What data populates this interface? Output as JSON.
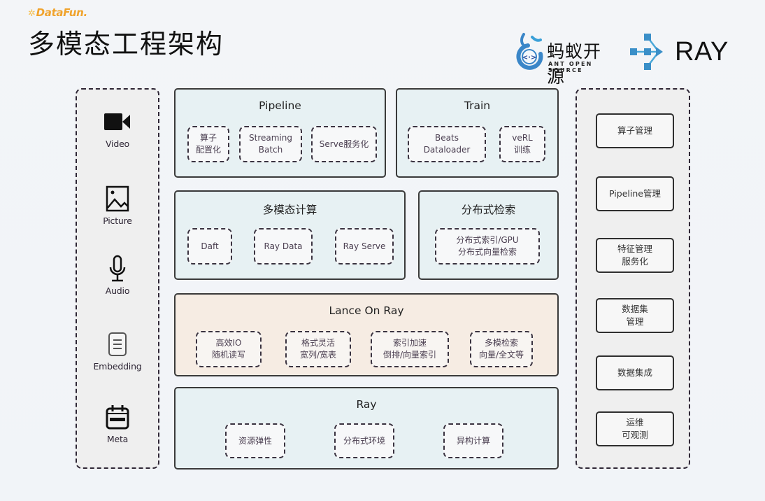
{
  "header": {
    "brand": "DataFun.",
    "title": "多模态工程架构",
    "logos": {
      "ant": {
        "name_cn": "蚂蚁开源",
        "name_en": "ANT OPEN SOURCE"
      },
      "ray": {
        "name": "RAY"
      }
    }
  },
  "colors": {
    "panel_blue": "#e7f1f3",
    "panel_lance": "#f6ece3",
    "side_bg": "#efefef",
    "border_dark": "#2e2635",
    "brand_orange": "#f0a32c",
    "logo_blue": "#3a86c8"
  },
  "modalities": [
    {
      "icon": "video-camera-icon",
      "label": "Video"
    },
    {
      "icon": "picture-icon",
      "label": "Picture"
    },
    {
      "icon": "microphone-icon",
      "label": "Audio"
    },
    {
      "icon": "document-icon",
      "label": "Embedding"
    },
    {
      "icon": "calendar-icon",
      "label": "Meta"
    }
  ],
  "management": [
    {
      "label": "算子管理"
    },
    {
      "label": "Pipeline管理"
    },
    {
      "label": "特征管理\n服务化"
    },
    {
      "label": "数据集\n管理"
    },
    {
      "label": "数据集成"
    },
    {
      "label": "运维\n可观测"
    }
  ],
  "panels": {
    "pipeline": {
      "title": "Pipeline",
      "items": [
        "算子\n配置化",
        "Streaming\nBatch",
        "Serve服务化"
      ]
    },
    "train": {
      "title": "Train",
      "items": [
        "Beats\nDataloader",
        "veRL\n训练"
      ]
    },
    "multimodal_compute": {
      "title": "多模态计算",
      "items": [
        "Daft",
        "Ray Data",
        "Ray Serve"
      ]
    },
    "distributed_retrieval": {
      "title": "分布式检索",
      "items": [
        "分布式索引/GPU\n分布式向量检索"
      ]
    },
    "lance": {
      "title": "Lance On Ray",
      "items": [
        "高效IO\n随机读写",
        "格式灵活\n宽列/宽表",
        "索引加速\n倒排/向量索引",
        "多模检索\n向量/全文等"
      ]
    },
    "ray": {
      "title": "Ray",
      "items": [
        "资源弹性",
        "分布式环境",
        "异构计算"
      ]
    }
  }
}
